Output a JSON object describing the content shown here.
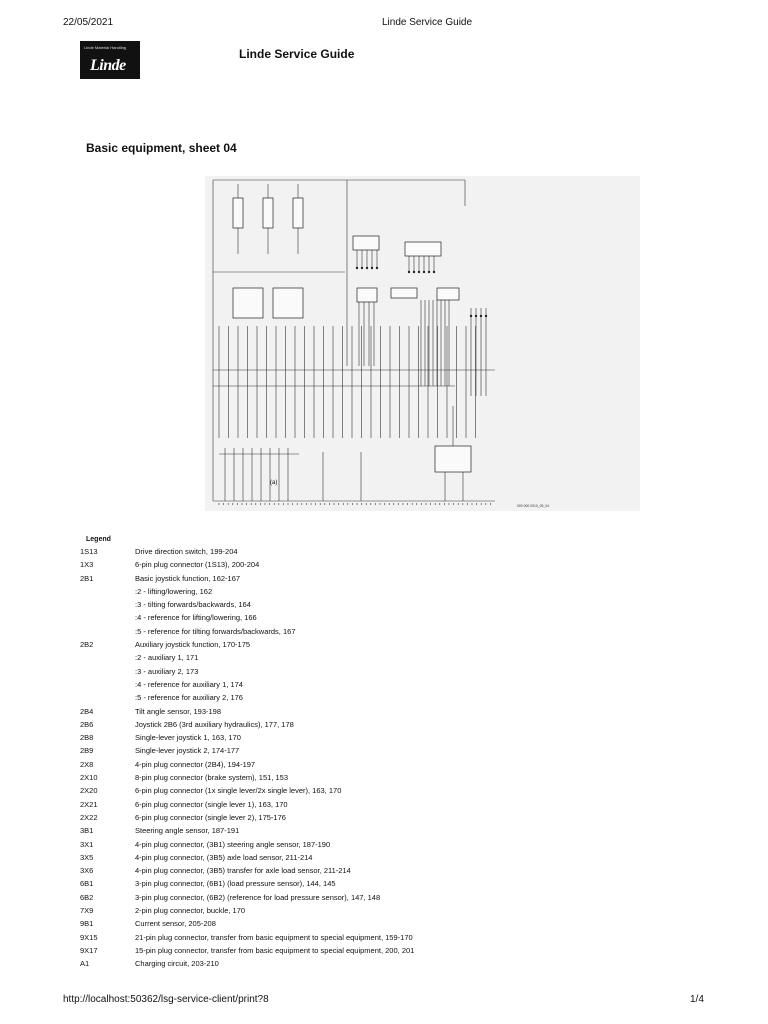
{
  "print_header": {
    "date": "22/05/2021",
    "title": "Linde Service Guide"
  },
  "logo": {
    "tagline": "Linde Material Handling",
    "wordmark": "Linde"
  },
  "brand_title": "Linde Service Guide",
  "sheet_title": "Basic equipment, sheet 04",
  "diagram": {
    "callout": "(a)",
    "drawing_number": "000 000 0010_05_04"
  },
  "legend": {
    "heading": "Legend",
    "rows": [
      {
        "code": "1S13",
        "desc": "Drive direction switch, 199-204"
      },
      {
        "code": "1X3",
        "desc": "6-pin plug connector (1S13), 200-204"
      },
      {
        "code": "2B1",
        "desc": "Basic joystick function, 162-167"
      },
      {
        "code": "",
        "desc": ":2 - lifting/lowering, 162"
      },
      {
        "code": "",
        "desc": ":3 - tilting forwards/backwards, 164"
      },
      {
        "code": "",
        "desc": ":4 - reference for lifting/lowering, 166"
      },
      {
        "code": "",
        "desc": ":5 - reference for tilting forwards/backwards, 167"
      },
      {
        "code": "2B2",
        "desc": "Auxiliary joystick function, 170-175"
      },
      {
        "code": "",
        "desc": ":2 - auxiliary 1, 171"
      },
      {
        "code": "",
        "desc": ":3 - auxiliary 2, 173"
      },
      {
        "code": "",
        "desc": ":4 - reference for auxiliary 1, 174"
      },
      {
        "code": "",
        "desc": ":5 - reference for auxiliary 2, 176"
      },
      {
        "code": "2B4",
        "desc": "Tilt angle sensor, 193-198"
      },
      {
        "code": "2B6",
        "desc": "Joystick 2B6 (3rd auxiliary hydraulics), 177, 178"
      },
      {
        "code": "2B8",
        "desc": "Single-lever joystick 1, 163, 170"
      },
      {
        "code": "2B9",
        "desc": "Single-lever joystick 2, 174-177"
      },
      {
        "code": "2X8",
        "desc": "4-pin plug connector (2B4), 194-197"
      },
      {
        "code": "2X10",
        "desc": "8-pin plug connector (brake system), 151, 153"
      },
      {
        "code": "2X20",
        "desc": "6-pin plug connector (1x single lever/2x single lever), 163, 170"
      },
      {
        "code": "2X21",
        "desc": "6-pin plug connector (single lever 1), 163, 170"
      },
      {
        "code": "2X22",
        "desc": "6-pin plug connector (single lever 2), 175-176"
      },
      {
        "code": "3B1",
        "desc": "Steering angle sensor, 187-191"
      },
      {
        "code": "3X1",
        "desc": "4-pin plug connector, (3B1) steering angle sensor, 187-190"
      },
      {
        "code": "3X5",
        "desc": "4-pin plug connector, (3B5) axle load sensor, 211-214"
      },
      {
        "code": "3X6",
        "desc": "4-pin plug connector, (3B5) transfer for axle load sensor, 211-214"
      },
      {
        "code": "6B1",
        "desc": "3-pin plug connector, (6B1) (load pressure sensor), 144, 145"
      },
      {
        "code": "6B2",
        "desc": "3-pin plug connector, (6B2) (reference for load pressure sensor), 147, 148"
      },
      {
        "code": "7X9",
        "desc": "2-pin plug connector, buckle, 170"
      },
      {
        "code": "9B1",
        "desc": "Current sensor, 205-208"
      },
      {
        "code": "9X15",
        "desc": "21-pin plug connector, transfer from basic equipment to special equipment, 159-170"
      },
      {
        "code": "9X17",
        "desc": "15-pin plug connector, transfer from basic equipment to special equipment, 200, 201"
      },
      {
        "code": "A1",
        "desc": "Charging circuit, 203-210"
      }
    ]
  },
  "print_footer": {
    "url": "http://localhost:50362/lsg-service-client/print?8",
    "page": "1/4"
  }
}
